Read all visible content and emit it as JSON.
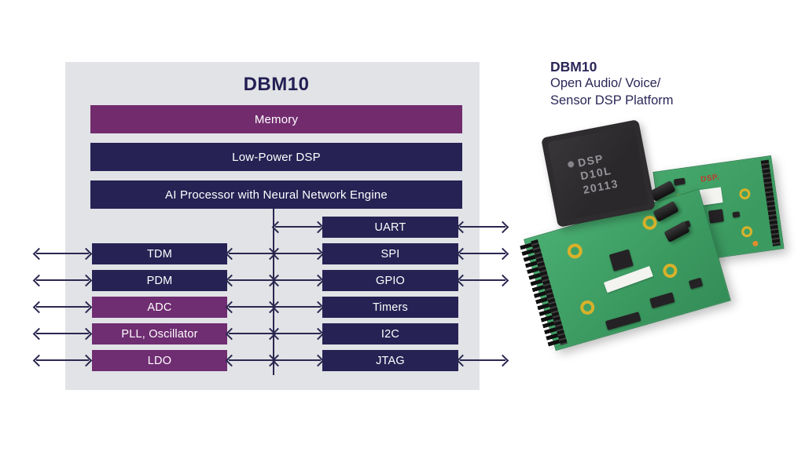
{
  "diagram": {
    "title": "DBM10",
    "top_bars": [
      {
        "label": "Memory",
        "color": "#722c6e"
      },
      {
        "label": "Low-Power DSP",
        "color": "#262254"
      },
      {
        "label": "AI Processor with Neural Network Engine",
        "color": "#262254"
      }
    ],
    "left_blocks": [
      {
        "label": "TDM",
        "color": "#262254"
      },
      {
        "label": "PDM",
        "color": "#262254"
      },
      {
        "label": "ADC",
        "color": "#6f2d72"
      },
      {
        "label": "PLL, Oscillator",
        "color": "#6f2d72"
      },
      {
        "label": "LDO",
        "color": "#6f2d72"
      }
    ],
    "right_blocks": [
      {
        "label": "UART",
        "external_arrow": true
      },
      {
        "label": "SPI",
        "external_arrow": true
      },
      {
        "label": "GPIO",
        "external_arrow": true
      },
      {
        "label": "Timers",
        "external_arrow": false
      },
      {
        "label": "I2C",
        "external_arrow": false
      },
      {
        "label": "JTAG",
        "external_arrow": true
      }
    ]
  },
  "caption": {
    "title": "DBM10",
    "line1": "Open Audio/ Voice/",
    "line2": "Sensor DSP Platform"
  },
  "photo": {
    "chip_marking": {
      "line1": "DSP",
      "line2": "D10L",
      "line3": "20113"
    },
    "board_logo": "DSP."
  },
  "colors": {
    "navy": "#262254",
    "memory_purple": "#722c6e",
    "io_purple": "#6f2d72",
    "panel_gray": "#e1e3e6",
    "arrow": "#2b2750",
    "pcb_green": "#3fa065"
  }
}
